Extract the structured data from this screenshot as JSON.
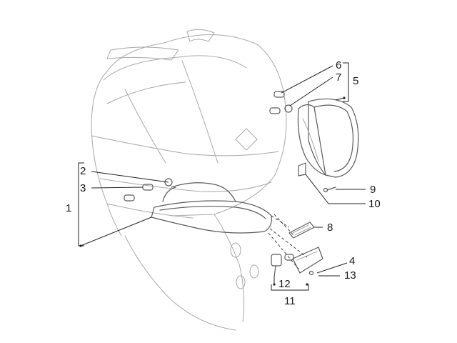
{
  "callouts": {
    "c1": "1",
    "c2": "2",
    "c3": "3",
    "c4": "4",
    "c5": "5",
    "c6": "6",
    "c7": "7",
    "c8": "8",
    "c9": "9",
    "c10": "10",
    "c11": "11",
    "c12": "12",
    "c13": "13"
  },
  "colors": {
    "line_light": "#a8a8a8",
    "line_dark": "#5a5a5a",
    "text": "#1a1a1a"
  }
}
